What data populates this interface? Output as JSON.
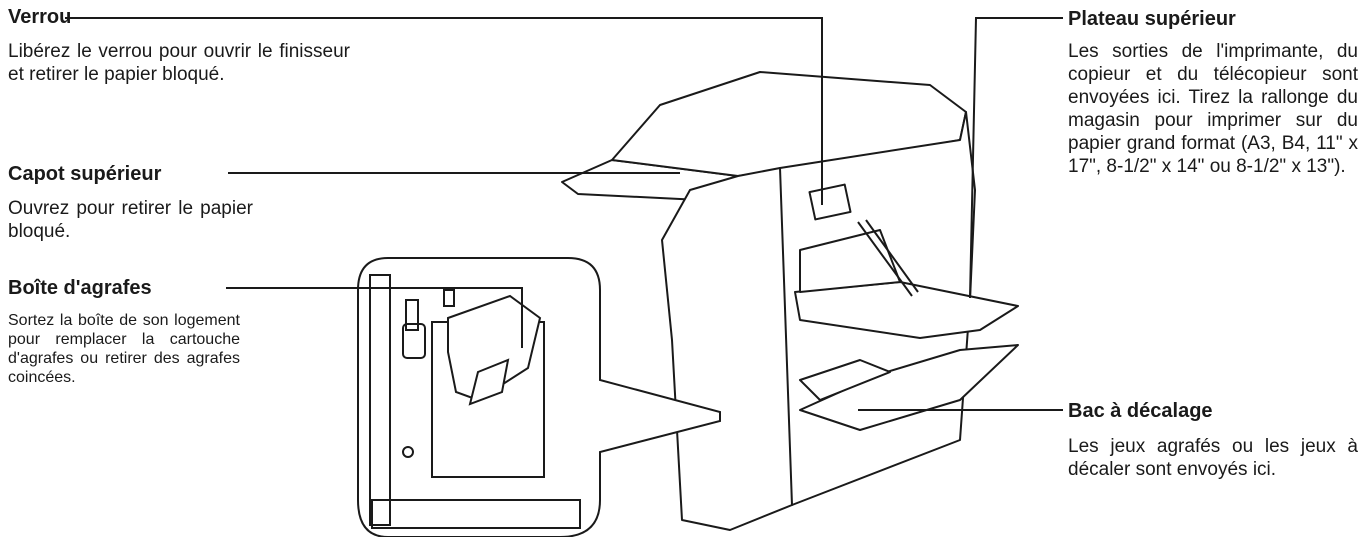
{
  "verrou": {
    "title": "Verrou",
    "text": "Libérez le verrou pour ouvrir le finisseur et retirer le papier bloqué."
  },
  "capot": {
    "title": "Capot supérieur",
    "text": "Ouvrez pour retirer le papier bloqué."
  },
  "boite": {
    "title": "Boîte d'agrafes",
    "text": "Sortez la boîte de son logement pour remplacer la cartouche d'agrafes ou retirer des agrafes coincées."
  },
  "plateau": {
    "title": "Plateau supérieur",
    "text": "Les sorties de l'imprimante, du copieur et du télécopieur sont envoyées ici. Tirez la rallonge du magasin pour imprimer sur du papier grand format (A3, B4, 11\" x 17\", 8-1/2\" x 14\" ou 8-1/2\" x 13\")."
  },
  "bac": {
    "title": "Bac à décalage",
    "text": "Les jeux agrafés ou les jeux à décaler sont envoyés ici."
  }
}
